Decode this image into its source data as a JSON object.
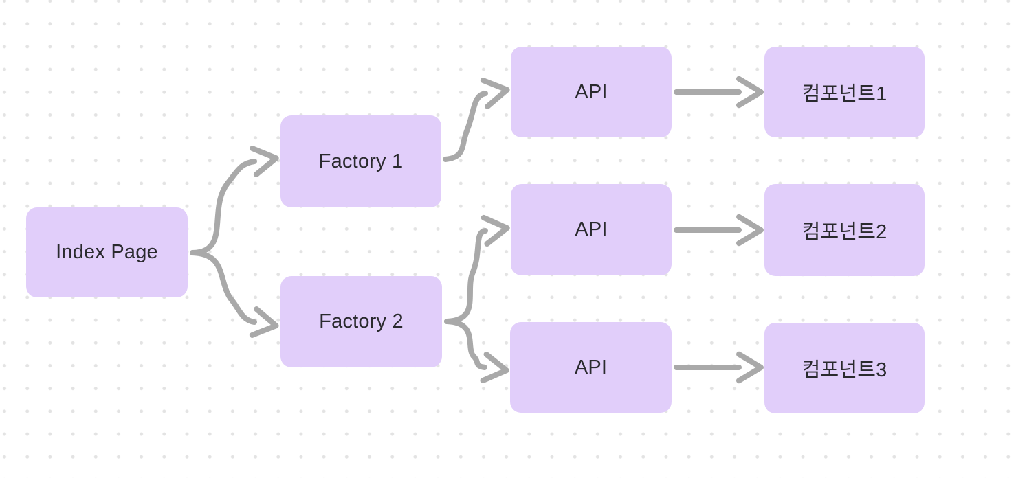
{
  "colors": {
    "canvas_bg": "#FFFFFF",
    "dot_color": "#E3E3E3",
    "node_fill": "#E1CEFA",
    "node_text": "#2A2A2E",
    "connector": "#A9A9A9"
  },
  "canvas": {
    "dot_grid": true
  },
  "nodes": [
    {
      "id": "index-page",
      "label": "Index Page"
    },
    {
      "id": "factory-1",
      "label": "Factory 1"
    },
    {
      "id": "factory-2",
      "label": "Factory 2"
    },
    {
      "id": "api-1",
      "label": "API"
    },
    {
      "id": "api-2",
      "label": "API"
    },
    {
      "id": "api-3",
      "label": "API"
    },
    {
      "id": "component-1",
      "label": "컴포넌트1"
    },
    {
      "id": "component-2",
      "label": "컴포넌트2"
    },
    {
      "id": "component-3",
      "label": "컴포넌트3"
    }
  ],
  "edges": [
    {
      "from": "index-page",
      "to": "factory-1"
    },
    {
      "from": "index-page",
      "to": "factory-2"
    },
    {
      "from": "factory-1",
      "to": "api-1"
    },
    {
      "from": "factory-2",
      "to": "api-2"
    },
    {
      "from": "factory-2",
      "to": "api-3"
    },
    {
      "from": "api-1",
      "to": "component-1"
    },
    {
      "from": "api-2",
      "to": "component-2"
    },
    {
      "from": "api-3",
      "to": "component-3"
    }
  ]
}
